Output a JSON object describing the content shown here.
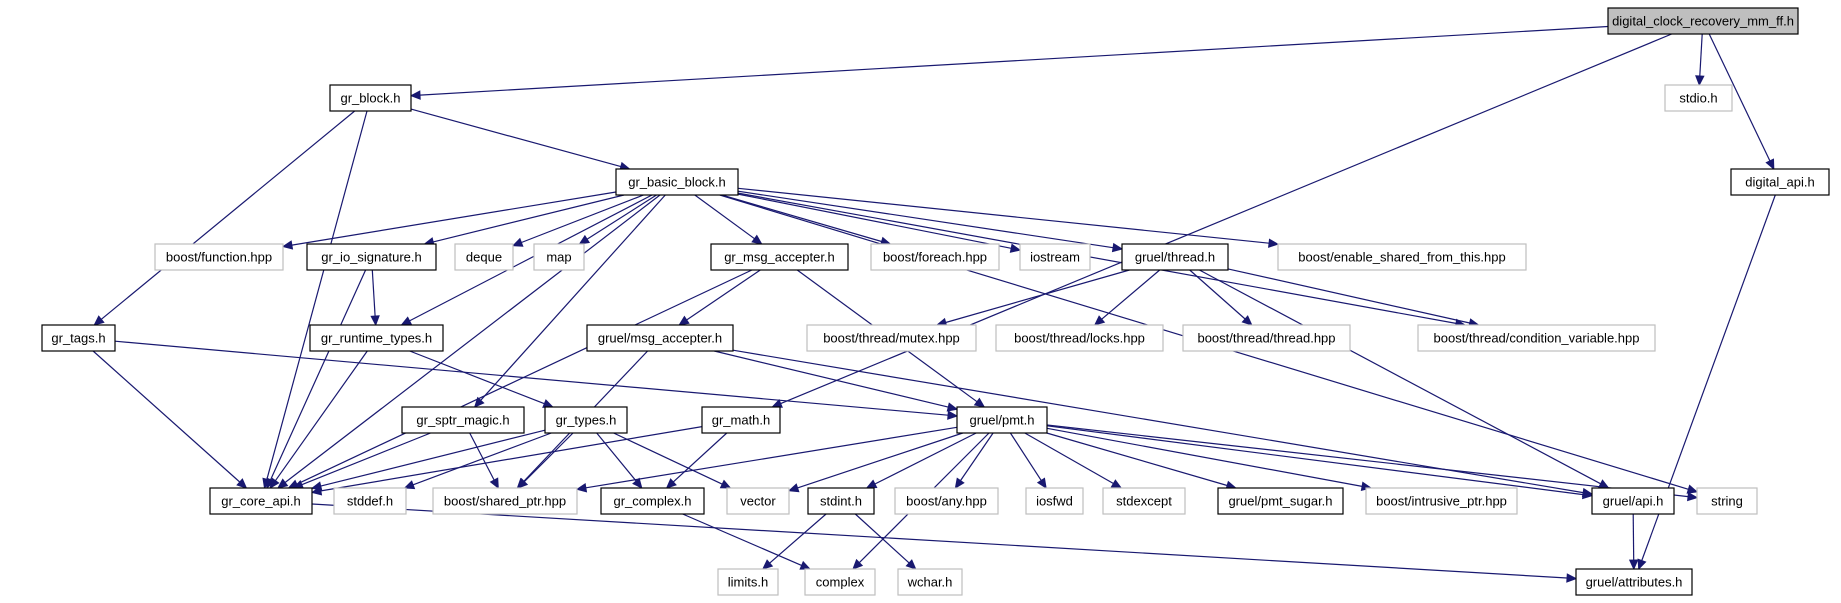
{
  "graph": {
    "title": "digital_clock_recovery_mm_ff.h",
    "colors": {
      "edge": "#191970",
      "root_fill": "#bfbfbf",
      "external_border": "#bfbfbf",
      "documented_border": "#000000"
    },
    "nodes": [
      {
        "id": "root",
        "label": "digital_clock_recovery_mm_ff.h",
        "kind": "root"
      },
      {
        "id": "gr_block",
        "label": "gr_block.h",
        "kind": "doc"
      },
      {
        "id": "stdio",
        "label": "stdio.h",
        "kind": "ext"
      },
      {
        "id": "digital_api",
        "label": "digital_api.h",
        "kind": "doc"
      },
      {
        "id": "gr_basic_block",
        "label": "gr_basic_block.h",
        "kind": "doc"
      },
      {
        "id": "boost_function",
        "label": "boost/function.hpp",
        "kind": "ext"
      },
      {
        "id": "gr_io_signature",
        "label": "gr_io_signature.h",
        "kind": "doc"
      },
      {
        "id": "deque",
        "label": "deque",
        "kind": "ext"
      },
      {
        "id": "map",
        "label": "map",
        "kind": "ext"
      },
      {
        "id": "gr_msg_accepter",
        "label": "gr_msg_accepter.h",
        "kind": "doc"
      },
      {
        "id": "boost_foreach",
        "label": "boost/foreach.hpp",
        "kind": "ext"
      },
      {
        "id": "iostream",
        "label": "iostream",
        "kind": "ext"
      },
      {
        "id": "gruel_thread",
        "label": "gruel/thread.h",
        "kind": "doc"
      },
      {
        "id": "boost_esft",
        "label": "boost/enable_shared_from_this.hpp",
        "kind": "ext"
      },
      {
        "id": "gr_tags",
        "label": "gr_tags.h",
        "kind": "doc"
      },
      {
        "id": "gr_runtime_types",
        "label": "gr_runtime_types.h",
        "kind": "doc"
      },
      {
        "id": "gruel_msg_accepter",
        "label": "gruel/msg_accepter.h",
        "kind": "doc"
      },
      {
        "id": "boost_thread_mutex",
        "label": "boost/thread/mutex.hpp",
        "kind": "ext"
      },
      {
        "id": "boost_thread_locks",
        "label": "boost/thread/locks.hpp",
        "kind": "ext"
      },
      {
        "id": "boost_thread_thread",
        "label": "boost/thread/thread.hpp",
        "kind": "ext"
      },
      {
        "id": "boost_thread_cv",
        "label": "boost/thread/condition_variable.hpp",
        "kind": "ext"
      },
      {
        "id": "gr_sptr_magic",
        "label": "gr_sptr_magic.h",
        "kind": "doc"
      },
      {
        "id": "gr_types",
        "label": "gr_types.h",
        "kind": "doc"
      },
      {
        "id": "gr_math",
        "label": "gr_math.h",
        "kind": "doc"
      },
      {
        "id": "gruel_pmt",
        "label": "gruel/pmt.h",
        "kind": "doc"
      },
      {
        "id": "gr_core_api",
        "label": "gr_core_api.h",
        "kind": "doc"
      },
      {
        "id": "stddef",
        "label": "stddef.h",
        "kind": "ext"
      },
      {
        "id": "boost_shared_ptr",
        "label": "boost/shared_ptr.hpp",
        "kind": "ext"
      },
      {
        "id": "gr_complex",
        "label": "gr_complex.h",
        "kind": "doc"
      },
      {
        "id": "vector",
        "label": "vector",
        "kind": "ext"
      },
      {
        "id": "stdint",
        "label": "stdint.h",
        "kind": "doc"
      },
      {
        "id": "boost_any",
        "label": "boost/any.hpp",
        "kind": "ext"
      },
      {
        "id": "iosfwd",
        "label": "iosfwd",
        "kind": "ext"
      },
      {
        "id": "stdexcept",
        "label": "stdexcept",
        "kind": "ext"
      },
      {
        "id": "gruel_pmt_sugar",
        "label": "gruel/pmt_sugar.h",
        "kind": "doc"
      },
      {
        "id": "boost_intrusive_ptr",
        "label": "boost/intrusive_ptr.hpp",
        "kind": "ext"
      },
      {
        "id": "gruel_api",
        "label": "gruel/api.h",
        "kind": "doc"
      },
      {
        "id": "string",
        "label": "string",
        "kind": "ext"
      },
      {
        "id": "limits",
        "label": "limits.h",
        "kind": "ext"
      },
      {
        "id": "complex",
        "label": "complex",
        "kind": "ext"
      },
      {
        "id": "wchar",
        "label": "wchar.h",
        "kind": "ext"
      },
      {
        "id": "gruel_attributes",
        "label": "gruel/attributes.h",
        "kind": "doc"
      }
    ],
    "edges": [
      [
        "root",
        "gr_block"
      ],
      [
        "root",
        "stdio"
      ],
      [
        "root",
        "digital_api"
      ],
      [
        "root",
        "gr_math"
      ],
      [
        "gr_block",
        "gr_basic_block"
      ],
      [
        "gr_block",
        "gr_tags"
      ],
      [
        "gr_block",
        "gr_core_api"
      ],
      [
        "digital_api",
        "gruel_attributes"
      ],
      [
        "gr_basic_block",
        "boost_function"
      ],
      [
        "gr_basic_block",
        "gr_io_signature"
      ],
      [
        "gr_basic_block",
        "deque"
      ],
      [
        "gr_basic_block",
        "map"
      ],
      [
        "gr_basic_block",
        "gr_msg_accepter"
      ],
      [
        "gr_basic_block",
        "boost_foreach"
      ],
      [
        "gr_basic_block",
        "iostream"
      ],
      [
        "gr_basic_block",
        "gruel_thread"
      ],
      [
        "gr_basic_block",
        "boost_esft"
      ],
      [
        "gr_basic_block",
        "boost_thread_cv"
      ],
      [
        "gr_basic_block",
        "string"
      ],
      [
        "gr_basic_block",
        "gr_runtime_types"
      ],
      [
        "gr_basic_block",
        "gr_sptr_magic"
      ],
      [
        "gr_basic_block",
        "gr_core_api"
      ],
      [
        "gr_io_signature",
        "gr_runtime_types"
      ],
      [
        "gr_io_signature",
        "gr_core_api"
      ],
      [
        "gr_msg_accepter",
        "gruel_msg_accepter"
      ],
      [
        "gr_msg_accepter",
        "gruel_pmt"
      ],
      [
        "gr_msg_accepter",
        "gr_core_api"
      ],
      [
        "gruel_thread",
        "boost_thread_mutex"
      ],
      [
        "gruel_thread",
        "boost_thread_locks"
      ],
      [
        "gruel_thread",
        "boost_thread_thread"
      ],
      [
        "gruel_thread",
        "boost_thread_cv"
      ],
      [
        "gruel_thread",
        "gruel_api"
      ],
      [
        "gr_tags",
        "gruel_pmt"
      ],
      [
        "gr_tags",
        "gr_core_api"
      ],
      [
        "gr_runtime_types",
        "gr_types"
      ],
      [
        "gr_runtime_types",
        "gr_core_api"
      ],
      [
        "gruel_msg_accepter",
        "gruel_pmt"
      ],
      [
        "gruel_msg_accepter",
        "gruel_api"
      ],
      [
        "gruel_msg_accepter",
        "boost_shared_ptr"
      ],
      [
        "gr_sptr_magic",
        "gr_core_api"
      ],
      [
        "gr_sptr_magic",
        "boost_shared_ptr"
      ],
      [
        "gr_types",
        "gr_core_api"
      ],
      [
        "gr_types",
        "boost_shared_ptr"
      ],
      [
        "gr_types",
        "vector"
      ],
      [
        "gr_types",
        "stddef"
      ],
      [
        "gr_types",
        "gr_complex"
      ],
      [
        "gr_math",
        "gr_core_api"
      ],
      [
        "gr_math",
        "gr_complex"
      ],
      [
        "gruel_pmt",
        "boost_shared_ptr"
      ],
      [
        "gruel_pmt",
        "vector"
      ],
      [
        "gruel_pmt",
        "stdint"
      ],
      [
        "gruel_pmt",
        "boost_any"
      ],
      [
        "gruel_pmt",
        "iosfwd"
      ],
      [
        "gruel_pmt",
        "stdexcept"
      ],
      [
        "gruel_pmt",
        "gruel_pmt_sugar"
      ],
      [
        "gruel_pmt",
        "boost_intrusive_ptr"
      ],
      [
        "gruel_pmt",
        "gruel_api"
      ],
      [
        "gruel_pmt",
        "string"
      ],
      [
        "gruel_pmt",
        "complex"
      ],
      [
        "gr_core_api",
        "gruel_attributes"
      ],
      [
        "gr_complex",
        "complex"
      ],
      [
        "stdint",
        "limits"
      ],
      [
        "stdint",
        "wchar"
      ],
      [
        "gruel_api",
        "gruel_attributes"
      ]
    ]
  }
}
